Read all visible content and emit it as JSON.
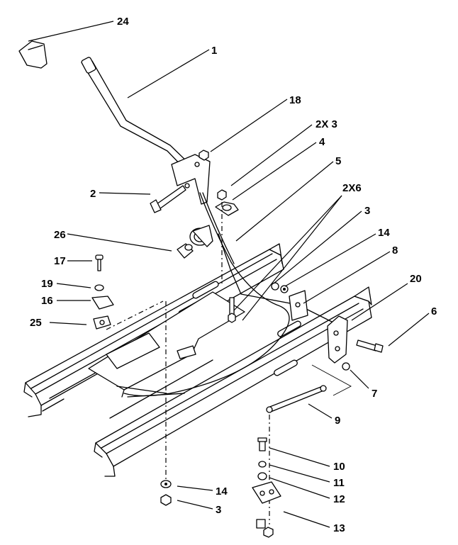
{
  "callouts": {
    "c24": "24",
    "c1": "1",
    "c18": "18",
    "c2x3": "2X 3",
    "c4": "4",
    "c5": "5",
    "c2x6": "2X6",
    "c2": "2",
    "c3a": "3",
    "c14a": "14",
    "c8": "8",
    "c26": "26",
    "c17": "17",
    "c19": "19",
    "c16": "16",
    "c25": "25",
    "c20": "20",
    "c6": "6",
    "c7": "7",
    "c9": "9",
    "c10": "10",
    "c11": "11",
    "c12": "12",
    "c13": "13",
    "c14b": "14",
    "c3b": "3"
  }
}
